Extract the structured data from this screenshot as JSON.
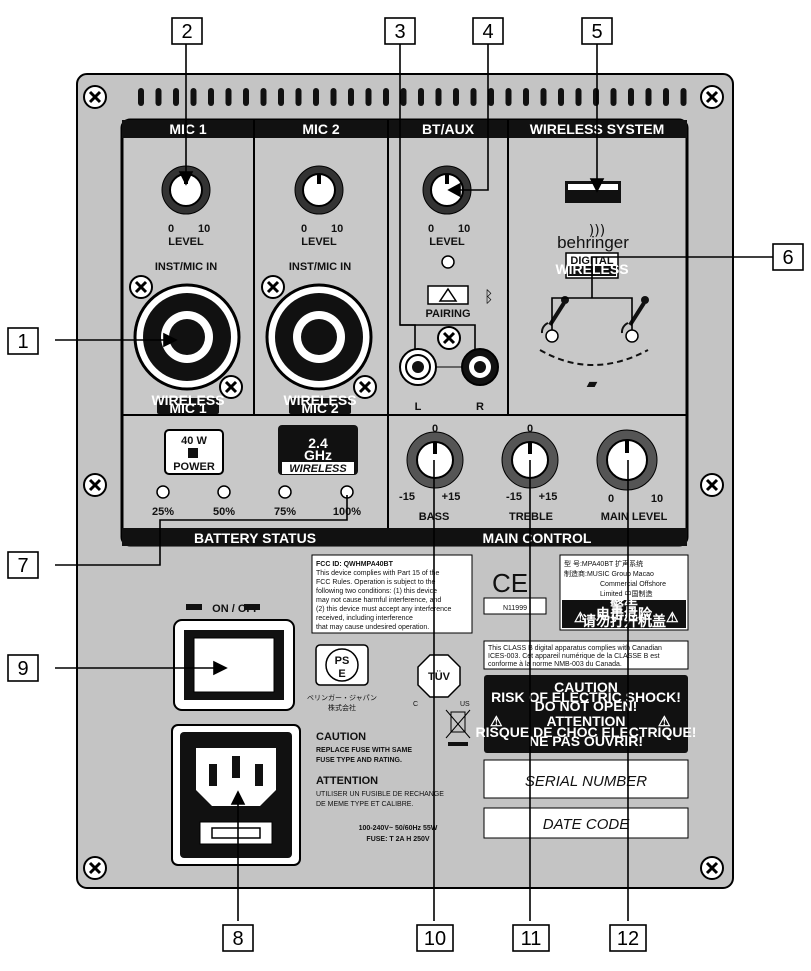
{
  "callouts": [
    "1",
    "2",
    "3",
    "4",
    "5",
    "6",
    "7",
    "8",
    "9",
    "10",
    "11",
    "12"
  ],
  "sections": {
    "mic1": "MIC 1",
    "mic2": "MIC 2",
    "btaux": "BT/AUX",
    "wireless": "WIRELESS SYSTEM",
    "battery": "BATTERY STATUS",
    "main": "MAIN CONTROL"
  },
  "knob": {
    "min": "0",
    "max": "10",
    "label": "LEVEL"
  },
  "inst_mic_in": "INST/MIC IN",
  "wireless_mic1": [
    "WIRELESS",
    "MIC 1"
  ],
  "wireless_mic2": [
    "WIRELESS",
    "MIC 2"
  ],
  "pairing": "PAIRING",
  "lr": {
    "l": "L",
    "r": "R"
  },
  "behringer": "behringer",
  "digital_wireless": [
    "DIGITAL",
    "WIRELESS"
  ],
  "power_badge": {
    "watts": "40 W",
    "word": "POWER"
  },
  "ghz_badge": {
    "value": "2.4",
    "unit": "GHz",
    "word": "WIRELESS"
  },
  "battery_levels": [
    "25%",
    "50%",
    "75%",
    "100%"
  ],
  "bass": {
    "label": "BASS",
    "min": "-15",
    "max": "+15",
    "center": "0"
  },
  "treble": {
    "label": "TREBLE",
    "min": "-15",
    "max": "+15",
    "center": "0"
  },
  "main_level": {
    "label": "MAIN LEVEL",
    "min": "0",
    "max": "10"
  },
  "switch_label": "ON / OFF",
  "fcc": {
    "id": "FCC ID: QWHMPA40BT",
    "lines": [
      "This device complies with Part 15 of the",
      "FCC Rules. Operation is subject to the",
      "following two conditions: (1) this device",
      "may not cause harmful interference, and",
      "(2) this device must accept any interference",
      "received, including interference",
      "that may cause undesired operation."
    ]
  },
  "ce_mark": "CE",
  "n_code": "N11999",
  "model_block": {
    "line1": "型 号:MPA40BT 扩声系统",
    "line2": "制造商:MUSIC Group Macao",
    "line3": "Commercial Offshore",
    "line4": "Limited 中国制造",
    "warn": "警告",
    "warn2": "电击危险",
    "warn3": "请勿打开机盖"
  },
  "canada": [
    "This CLASS B digital apparatus complies with Canadian",
    "ICES-003. Cet appareil numérique de la CLASSE B est",
    "conforme à la norme NMB-003 du Canada."
  ],
  "caution_box": {
    "title": "CAUTION",
    "l1": "RISK OF ELECTRIC SHOCK!",
    "l2": "DO NOT OPEN!",
    "title2": "ATTENTION",
    "l3": "RISQUE DE CHOC ELECTRIQUE!",
    "l4": "NE PAS OUVRIR!"
  },
  "pse": {
    "top": "PS",
    "bottom": "E",
    "jp1": "ベリンガー・ジャパン",
    "jp2": "株式会社"
  },
  "tuv": {
    "c": "C",
    "us": "US",
    "mark": "TÜV"
  },
  "caution_fuse": {
    "title": "CAUTION",
    "text": [
      "REPLACE FUSE WITH SAME",
      "FUSE TYPE AND RATING."
    ]
  },
  "attention_fuse": {
    "title": "ATTENTION",
    "text": [
      "UTILISER UN FUSIBLE DE RECHANGE",
      "DE MEME TYPE ET CALIBRE."
    ]
  },
  "power_spec": [
    "100-240V~ 50/60Hz 55W",
    "FUSE: T 2A H 250V"
  ],
  "serial": "SERIAL NUMBER",
  "date_code": "DATE CODE"
}
